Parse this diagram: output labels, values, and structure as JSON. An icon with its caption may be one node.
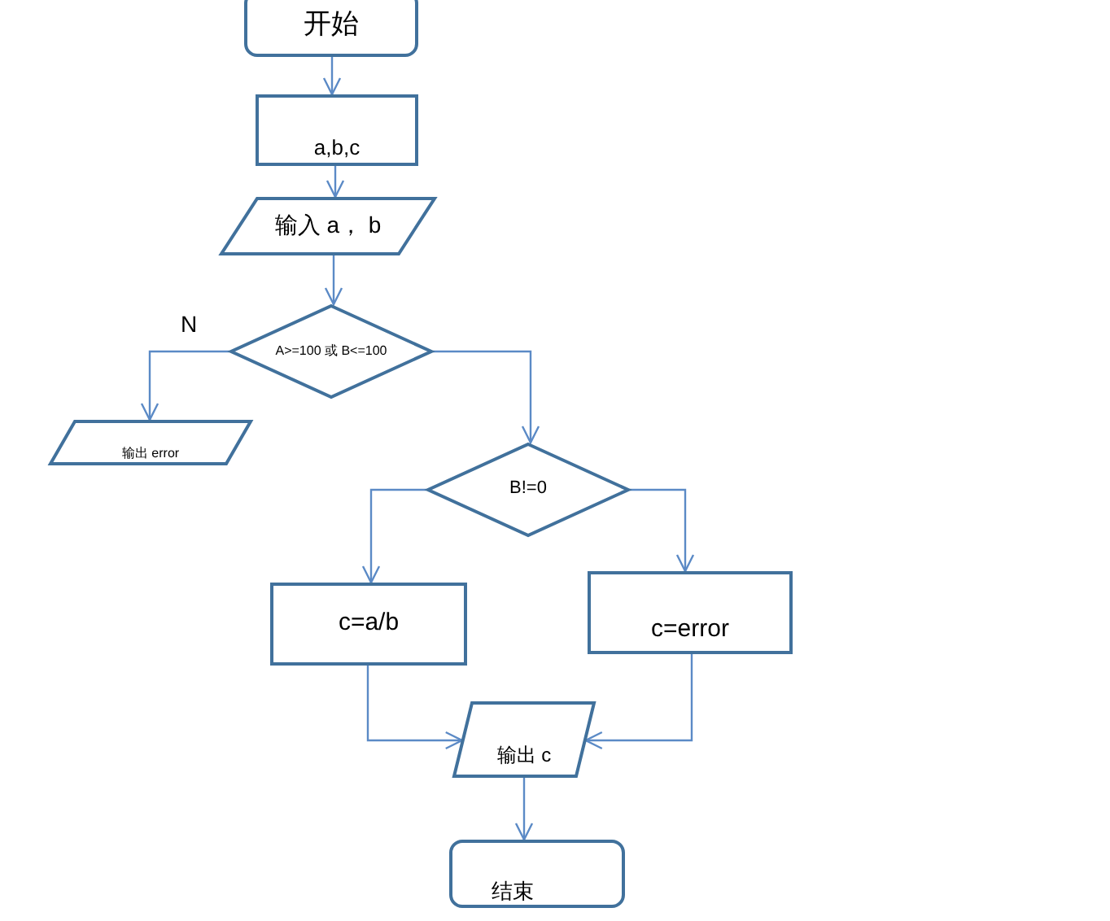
{
  "diagram": {
    "nodes": [
      {
        "text": [
          "开始"
        ]
      },
      {
        "text": [
          "a,b,c"
        ]
      },
      {
        "text": [
          "输入 a， b"
        ]
      },
      {
        "text": [
          "A>=100 或 B<=100"
        ]
      },
      {
        "text": [
          "输出 error"
        ]
      },
      {
        "text": [
          "B!=0"
        ]
      },
      {
        "text": [
          "c=a/b"
        ]
      },
      {
        "text": [
          "c=error"
        ]
      },
      {
        "text": [
          "输出 c"
        ]
      },
      {
        "text": [
          "结束"
        ]
      }
    ],
    "edges": [
      {
        "from": 0,
        "to": 1,
        "arrow": "to"
      },
      {
        "from": 1,
        "to": 2,
        "arrow": "to"
      },
      {
        "from": 2,
        "to": 3,
        "arrow": "to"
      },
      {
        "from": 3,
        "to": 4,
        "arrow": "to",
        "label": "N"
      },
      {
        "from": 3,
        "to": 5,
        "arrow": "to"
      },
      {
        "from": 5,
        "to": 6,
        "arrow": "to"
      },
      {
        "from": 5,
        "to": 7,
        "arrow": "to"
      },
      {
        "from": 6,
        "to": 8,
        "arrow": "to"
      },
      {
        "from": 7,
        "to": 8,
        "arrow": "to"
      },
      {
        "from": 8,
        "to": 9,
        "arrow": "to"
      }
    ]
  }
}
